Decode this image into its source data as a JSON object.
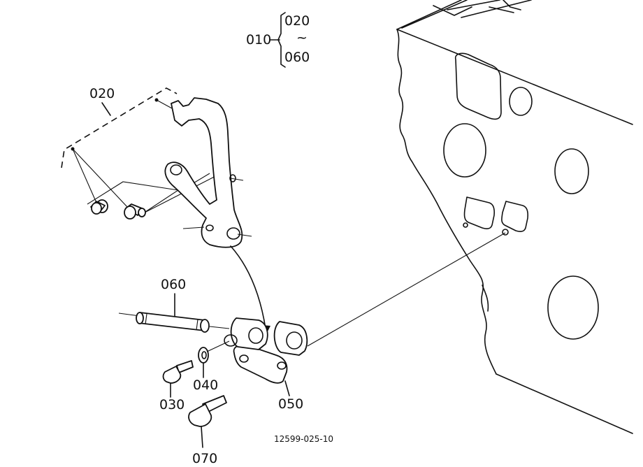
{
  "diagram": {
    "labels": {
      "group_ref": "010",
      "group_start": "020",
      "group_tilde": "~",
      "group_end": "060",
      "lever": "020",
      "pin": "060",
      "washer": "040",
      "bolt_small": "030",
      "bracket": "050",
      "bolt_large": "070"
    },
    "drawing_number": "12599-025-10"
  }
}
